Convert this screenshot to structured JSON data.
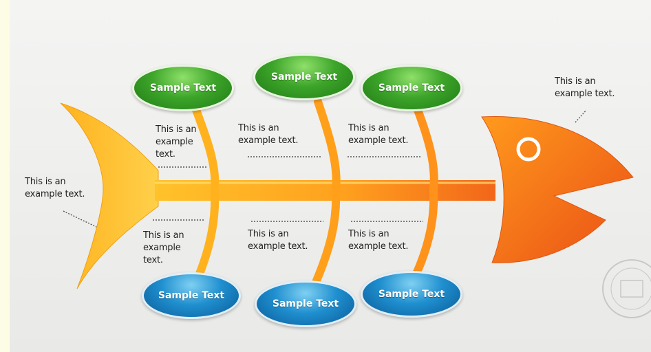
{
  "diagram": {
    "boxes_top": [
      "Sample Text",
      "Sample Text",
      "Sample Text"
    ],
    "boxes_bottom": [
      "Sample Text",
      "Sample Text",
      "Sample Text"
    ],
    "labels": {
      "tail": [
        "This is an",
        "example text."
      ],
      "head": [
        "This is an",
        "example text."
      ],
      "top_1": [
        "This is an",
        "example",
        "text."
      ],
      "top_2": [
        "This is an",
        "example text."
      ],
      "top_3": [
        "This is an",
        "example text."
      ],
      "bottom_1": [
        "This is an",
        "example",
        "text."
      ],
      "bottom_2": [
        "This is an",
        "example text."
      ],
      "bottom_3": [
        "This is an",
        "example text."
      ]
    },
    "colors": {
      "fish_start": "#ffc22a",
      "fish_end": "#f2661a",
      "top_boxes": "#3da52a",
      "bottom_boxes": "#1f8fcf"
    }
  }
}
